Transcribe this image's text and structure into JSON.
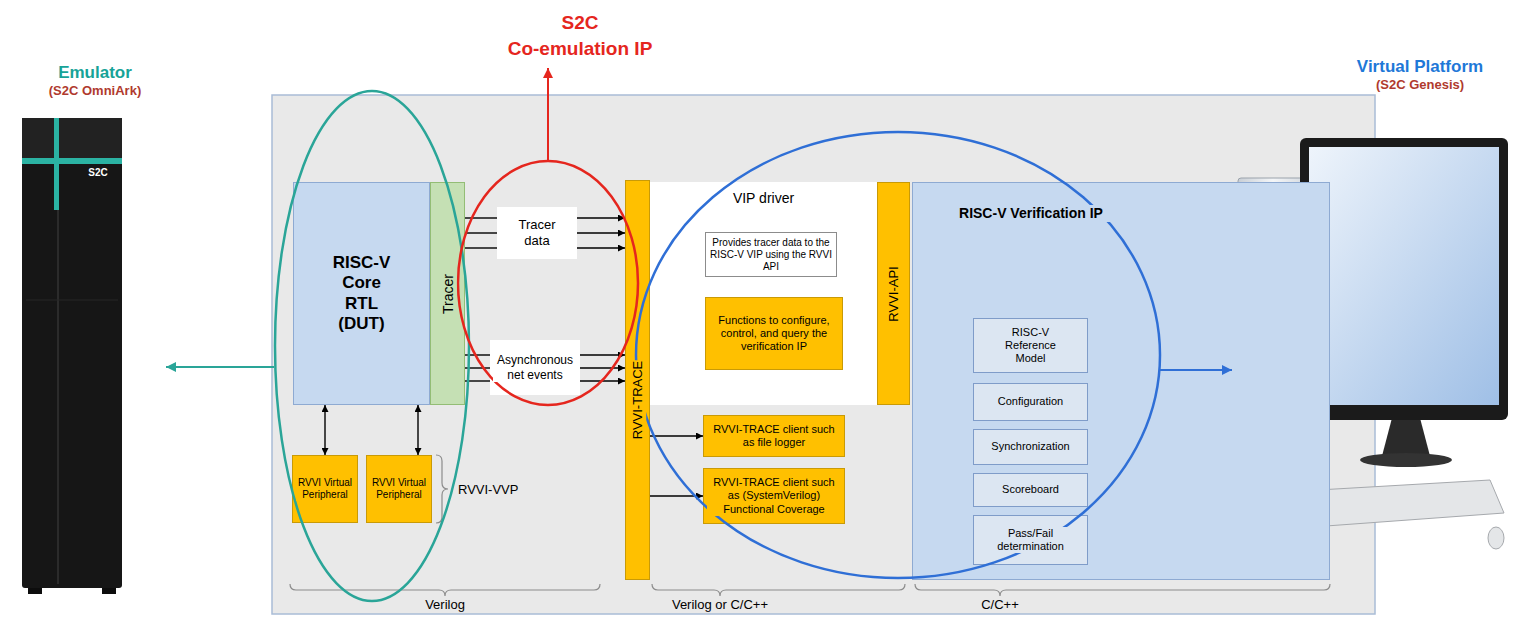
{
  "diagram": {
    "nodes": [
      {
        "text": [
          "Emulator",
          "(S2C OmniArk)"
        ]
      },
      {
        "text": [
          "RISC-V Core RTL (DUT)"
        ]
      },
      {
        "text": [
          "Tracer"
        ]
      },
      {
        "text": [
          "Tracer data"
        ]
      },
      {
        "text": [
          "Asynchronous net events"
        ]
      },
      {
        "text": [
          "RVVI-TRACE"
        ]
      },
      {
        "text": [
          "VIP driver"
        ]
      },
      {
        "text": [
          "Provides tracer data to the RISC-V VIP using the RVVI API"
        ],
        "in": 6
      },
      {
        "text": [
          "Functions to configure, control, and query the verification IP"
        ],
        "in": 6
      },
      {
        "text": [
          "RVVI-API"
        ]
      },
      {
        "text": [
          "RISC-V Verification IP"
        ]
      },
      {
        "text": [
          "RISC-V Reference Model"
        ],
        "in": 10
      },
      {
        "text": [
          "Configuration"
        ],
        "in": 10
      },
      {
        "text": [
          "Synchronization"
        ],
        "in": 10
      },
      {
        "text": [
          "Scoreboard"
        ],
        "in": 10
      },
      {
        "text": [
          "Pass/Fail determination"
        ],
        "in": 10
      },
      {
        "text": [
          "RVVI-TRACE client such as file logger"
        ]
      },
      {
        "text": [
          "RVVI-TRACE client such as (SystemVerilog) Functional Coverage"
        ]
      },
      {
        "text": [
          "RVVI Virtual Peripheral"
        ]
      },
      {
        "text": [
          "RVVI Virtual Peripheral"
        ]
      },
      {
        "text": [
          "Virtual Platform",
          "(S2C Genesis)"
        ]
      }
    ],
    "edges": [
      {
        "from": 2,
        "to": 3,
        "arrow": "none"
      },
      {
        "from": 2,
        "to": 3,
        "arrow": "none"
      },
      {
        "from": 2,
        "to": 3,
        "arrow": "none"
      },
      {
        "from": 3,
        "to": 5,
        "arrow": "to"
      },
      {
        "from": 3,
        "to": 5,
        "arrow": "to"
      },
      {
        "from": 3,
        "to": 5,
        "arrow": "to"
      },
      {
        "from": 2,
        "to": 4,
        "arrow": "none"
      },
      {
        "from": 2,
        "to": 4,
        "arrow": "none"
      },
      {
        "from": 2,
        "to": 4,
        "arrow": "none"
      },
      {
        "from": 4,
        "to": 5,
        "arrow": "to"
      },
      {
        "from": 4,
        "to": 5,
        "arrow": "to"
      },
      {
        "from": 4,
        "to": 5,
        "arrow": "to"
      },
      {
        "from": 5,
        "to": 8,
        "arrow": "to"
      },
      {
        "from": 5,
        "to": 8,
        "arrow": "to"
      },
      {
        "from": 5,
        "to": 8,
        "arrow": "to"
      },
      {
        "from": 8,
        "to": 9,
        "arrow": "to"
      },
      {
        "from": 8,
        "to": 9,
        "arrow": "to"
      },
      {
        "from": 9,
        "to": 8,
        "arrow": "to"
      },
      {
        "from": 5,
        "to": 16,
        "arrow": "to"
      },
      {
        "from": 5,
        "to": 17,
        "arrow": "to"
      },
      {
        "from": 1,
        "to": 18,
        "arrow": "both"
      },
      {
        "from": 1,
        "to": 19,
        "arrow": "both"
      }
    ],
    "labels": [
      "S2C",
      "Co-emulation IP",
      "RVVI-VVP",
      "Verilog",
      "Verilog or C/C++",
      "C/C++",
      "S2C"
    ]
  }
}
